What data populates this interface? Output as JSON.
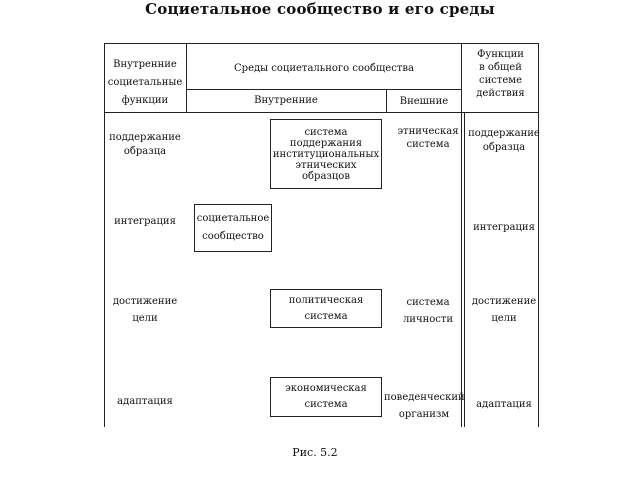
{
  "title": "Социетальное сообщество и его среды",
  "header": {
    "internal_functions": "Внутренние\nсоциетальные\nфункции",
    "environments": "Среды социетального сообщества",
    "internal": "Внутренние",
    "external": "Внешние",
    "functions_general": "Функции\nв общей\nсистеме\nдействия"
  },
  "rows": {
    "pattern": {
      "label": "поддержание\nобразца",
      "internal_box": "система\nподдержания\nинституциональных\nэтнических\nобразцов",
      "external": "этническая\nсистема",
      "general": "поддержание\nобразца"
    },
    "integration": {
      "label": "интеграция",
      "internal_box": "социетальное\nсообщество",
      "general": "интеграция"
    },
    "goal": {
      "label": "достижение\nцели",
      "internal_box": "политическая\nсистема",
      "external": "система\nличности",
      "general": "достижение\nцели"
    },
    "adaptation": {
      "label": "адаптация",
      "internal_box": "экономическая\nсистема",
      "external": "поведенческий\nорганизм",
      "general": "адаптация"
    }
  },
  "caption": "Рис. 5.2"
}
